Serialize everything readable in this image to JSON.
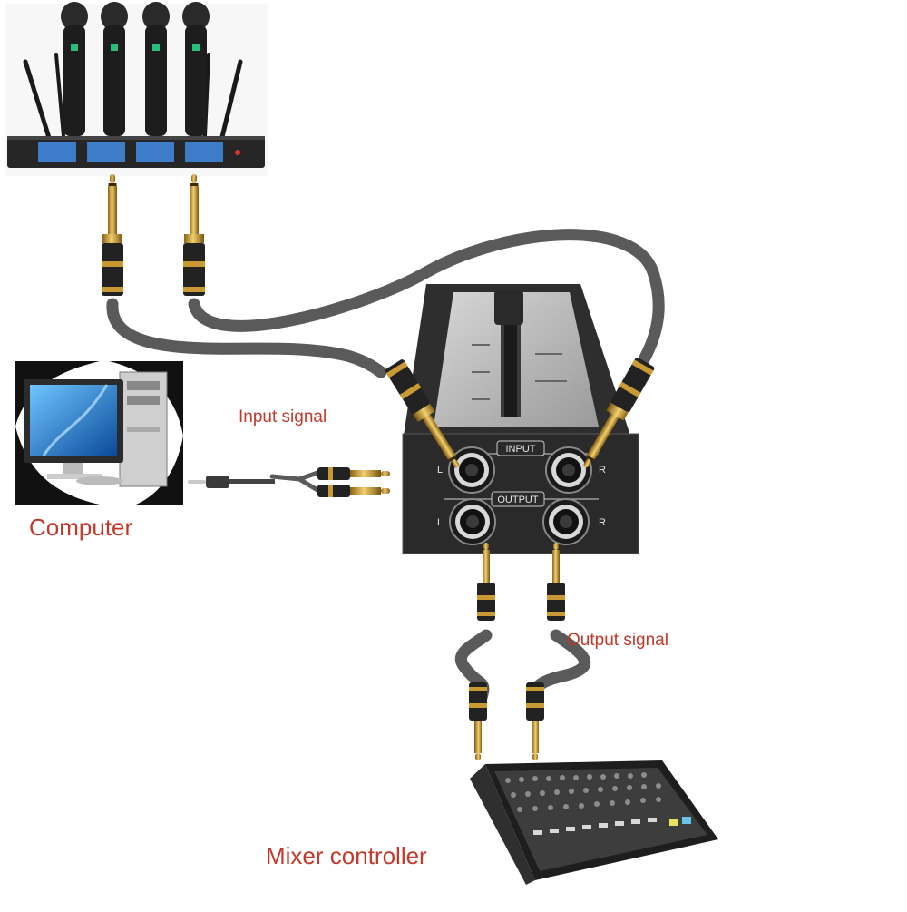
{
  "labels": {
    "input_signal": "Input signal",
    "output_signal": "Output signal",
    "computer": "Computer",
    "mixer_controller": "Mixer controller"
  },
  "device": {
    "input_tag": "INPUT",
    "output_tag": "OUTPUT",
    "left": "L",
    "right": "R"
  },
  "colors": {
    "label_text": "#c0392b",
    "cable": "#555555",
    "gold": "#d4a23c",
    "device_body": "#2b2b2b"
  }
}
